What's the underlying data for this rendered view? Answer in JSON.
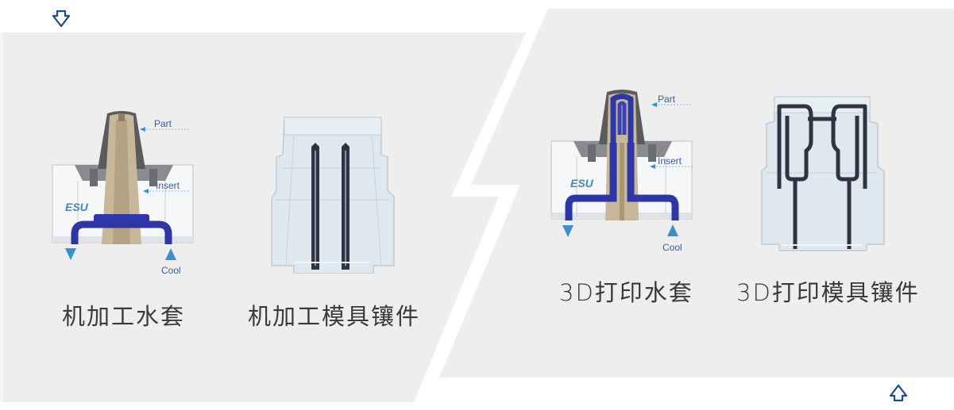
{
  "navigation": {
    "prev_icon": "arrow-down-outline-icon",
    "next_icon": "arrow-up-outline-icon",
    "arrow_color": "#1f4a86"
  },
  "colors": {
    "panel_bg": "#eeeeee",
    "page_bg": "#ffffff",
    "channel_blue": "#2e36a6",
    "label_blue": "#3a5d9a",
    "flow_arrow_blue": "#3c8fcc",
    "logo_blue": "#3a8bc2",
    "caption_text": "#3a3a3a"
  },
  "panels": {
    "machined": {
      "products": [
        {
          "id": "machined-water-jacket",
          "caption": "机加工水套",
          "diagram": {
            "logo": "ESU",
            "labels": {
              "part": "Part",
              "insert": "Insert",
              "cool": "Cool"
            }
          }
        },
        {
          "id": "machined-mold-insert",
          "caption": "机加工模具镶件"
        }
      ]
    },
    "printed": {
      "products": [
        {
          "id": "3d-printed-water-jacket",
          "caption": "3D打印水套",
          "diagram": {
            "logo": "ESU",
            "labels": {
              "part": "Part",
              "insert": "Insert",
              "cool": "Cool"
            }
          }
        },
        {
          "id": "3d-printed-mold-insert",
          "caption": "3D打印模具镶件"
        }
      ]
    }
  }
}
